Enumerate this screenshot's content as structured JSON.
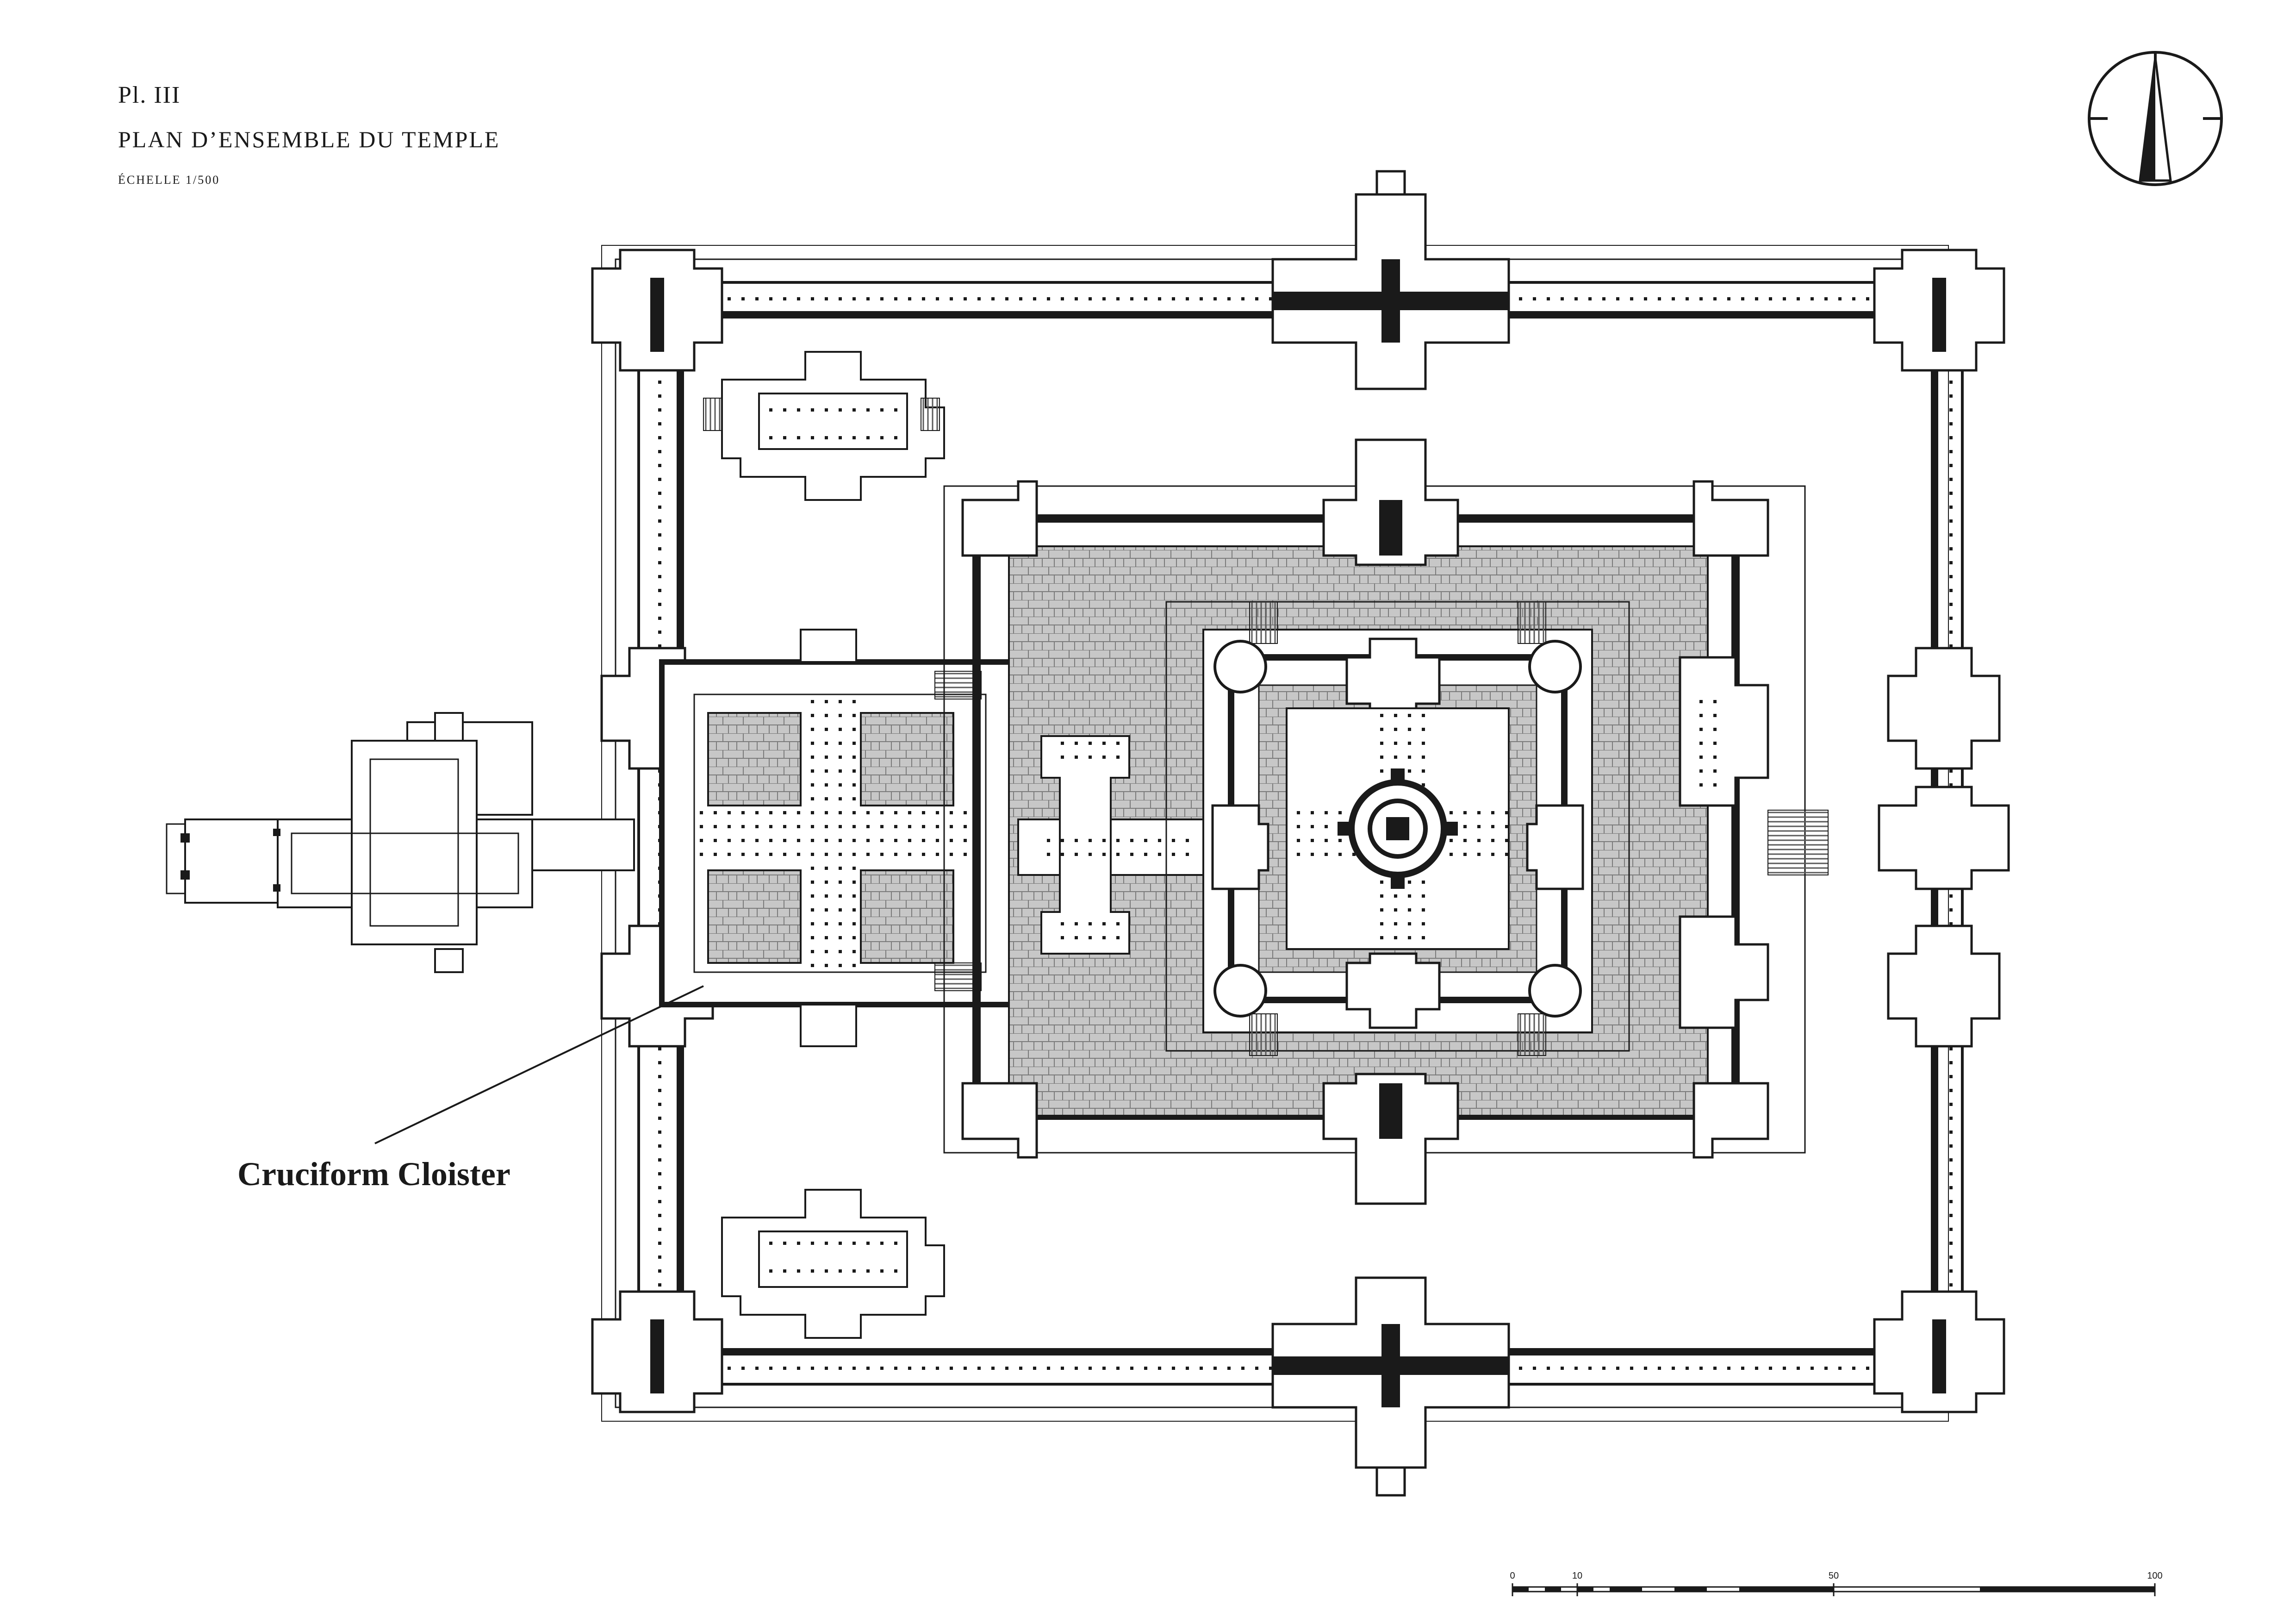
{
  "plate": {
    "number": "Pl.  III",
    "title": "PLAN D’ENSEMBLE DU TEMPLE",
    "scale": "ÉCHELLE  1/500"
  },
  "callout": {
    "label": "Cruciform Cloister"
  },
  "scale_bar": {
    "ticks": [
      "0",
      "10",
      "50",
      "100"
    ]
  },
  "compass": {
    "icon": "north-arrow-icon"
  },
  "colors": {
    "ink": "#1a1a1a",
    "paper": "#ffffff",
    "pavement": "#bdbdbd"
  }
}
